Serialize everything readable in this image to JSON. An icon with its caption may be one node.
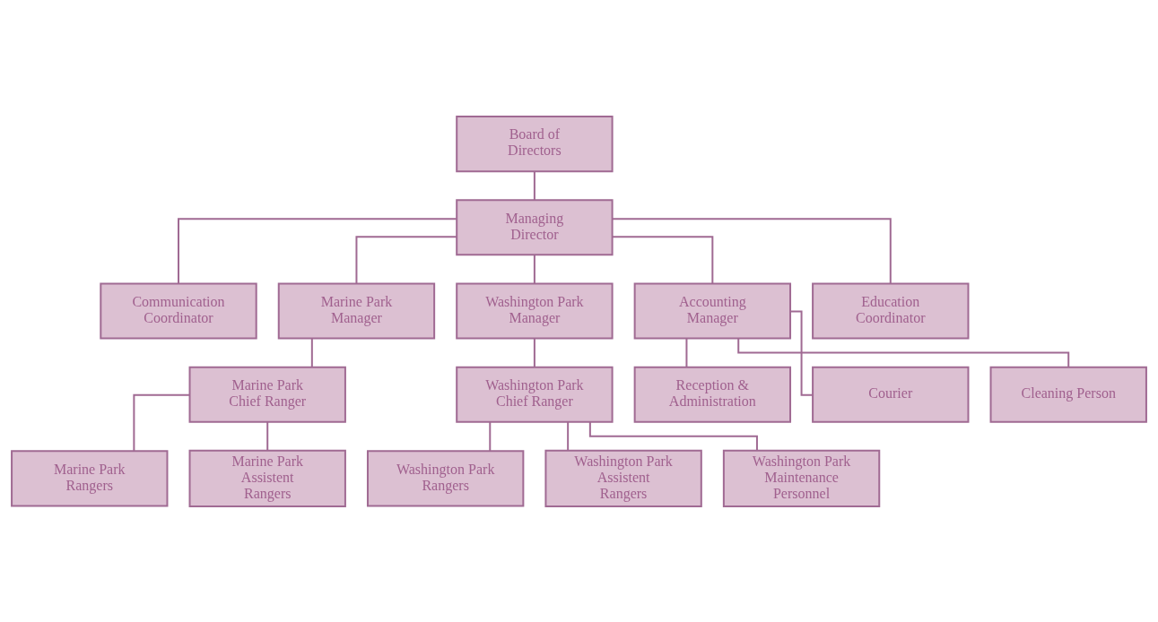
{
  "diagram": {
    "nodes": [
      {
        "text": [
          "Board of Directors"
        ]
      },
      {
        "text": [
          "Managing Director"
        ]
      },
      {
        "text": [
          "Communication Coordinator"
        ]
      },
      {
        "text": [
          "Marine Park Manager"
        ]
      },
      {
        "text": [
          "Washington Park Manager"
        ]
      },
      {
        "text": [
          "Accounting Manager"
        ]
      },
      {
        "text": [
          "Education Coordinator"
        ]
      },
      {
        "text": [
          "Marine Park Chief Ranger"
        ]
      },
      {
        "text": [
          "Washington Park Chief Ranger"
        ]
      },
      {
        "text": [
          "Reception & Administration"
        ]
      },
      {
        "text": [
          "Marine Park Rangers"
        ]
      },
      {
        "text": [
          "Washington Park Rangers"
        ]
      },
      {
        "text": [
          "Courier"
        ]
      },
      {
        "text": [
          "Cleaning Person"
        ]
      },
      {
        "text": [
          "Marine Park Assistent Rangers"
        ]
      },
      {
        "text": [
          "Washington Park Assistent Rangers"
        ]
      },
      {
        "text": [
          "Washington Park Maintenance Personnel"
        ]
      }
    ],
    "edges": [
      {
        "from": 0,
        "to": 1,
        "arrow": "none"
      },
      {
        "from": 1,
        "to": 2,
        "arrow": "none"
      },
      {
        "from": 1,
        "to": 3,
        "arrow": "none"
      },
      {
        "from": 1,
        "to": 4,
        "arrow": "none"
      },
      {
        "from": 1,
        "to": 5,
        "arrow": "none"
      },
      {
        "from": 1,
        "to": 6,
        "arrow": "none"
      },
      {
        "from": 3,
        "to": 7,
        "arrow": "none"
      },
      {
        "from": 4,
        "to": 8,
        "arrow": "none"
      },
      {
        "from": 5,
        "to": 9,
        "arrow": "none"
      },
      {
        "from": 5,
        "to": 12,
        "arrow": "none"
      },
      {
        "from": 5,
        "to": 13,
        "arrow": "none"
      },
      {
        "from": 7,
        "to": 10,
        "arrow": "none"
      },
      {
        "from": 7,
        "to": 14,
        "arrow": "none"
      },
      {
        "from": 8,
        "to": 11,
        "arrow": "none"
      },
      {
        "from": 8,
        "to": 15,
        "arrow": "none"
      },
      {
        "from": 8,
        "to": 16,
        "arrow": "none"
      }
    ]
  }
}
